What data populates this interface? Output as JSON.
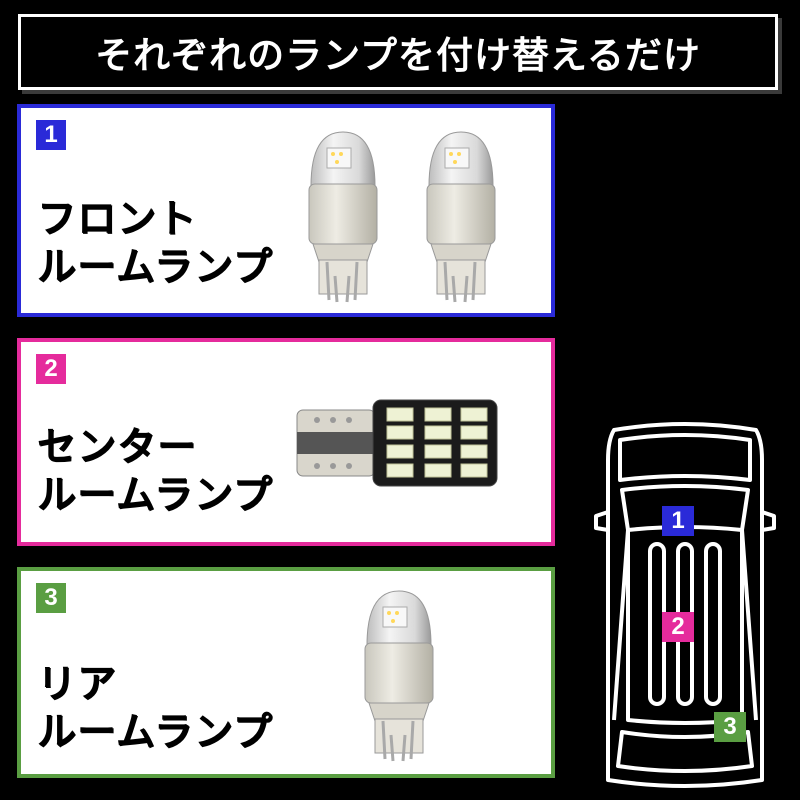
{
  "title": "それぞれのランプを付け替えるだけ",
  "colors": {
    "panel1": "#2a2ad8",
    "panel2": "#e52b9c",
    "panel3": "#5a9e42",
    "background": "#000000"
  },
  "panels": [
    {
      "number": "1",
      "label_line1": "フロント",
      "label_line2": "ルームランプ"
    },
    {
      "number": "2",
      "label_line1": "センター",
      "label_line2": "ルームランプ"
    },
    {
      "number": "3",
      "label_line1": "リア",
      "label_line2": "ルームランプ"
    }
  ],
  "car_markers": [
    "1",
    "2",
    "3"
  ]
}
